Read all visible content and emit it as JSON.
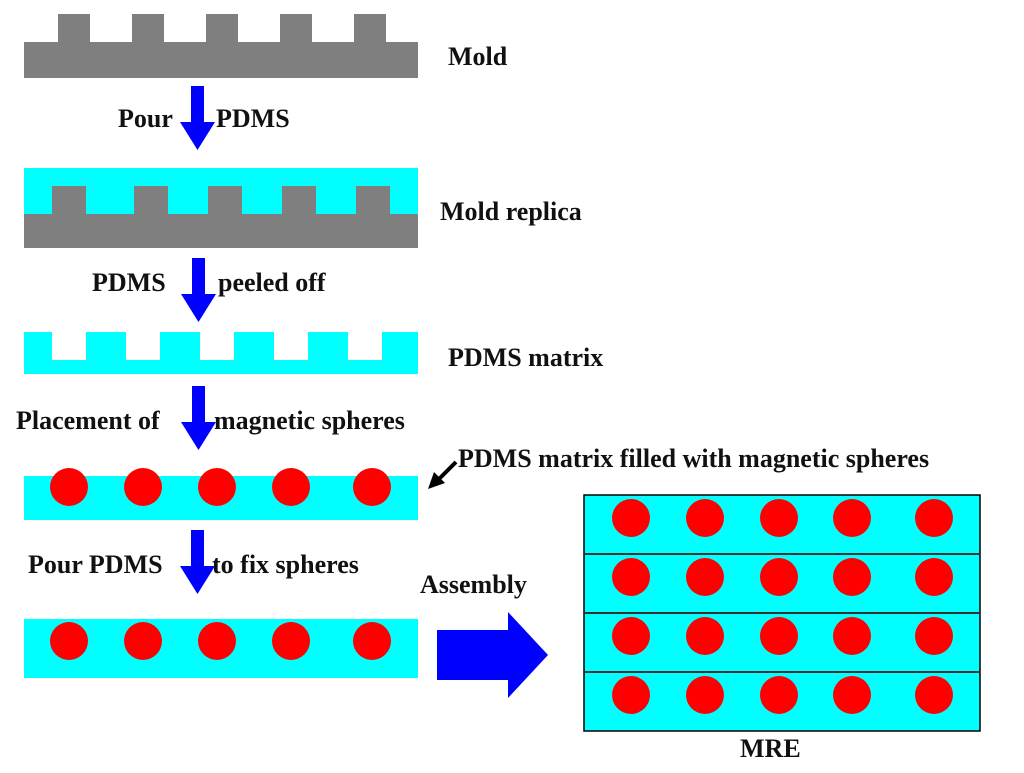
{
  "steps": {
    "mold": "Mold",
    "pour_left": "Pour",
    "pour_right": "PDMS",
    "mold_replica": "Mold replica",
    "peel_left": "PDMS",
    "peel_right": "peeled off",
    "pdms_matrix": "PDMS matrix",
    "placement_left": "Placement of",
    "placement_right": "magnetic spheres",
    "filled_matrix": "PDMS matrix filled with magnetic spheres",
    "fix_left": "Pour PDMS",
    "fix_right": "to fix spheres",
    "assembly": "Assembly",
    "mre": "MRE"
  },
  "colors": {
    "mold": "#7f7f7f",
    "pdms": "#00ffff",
    "sphere": "#ff0000",
    "arrow": "#0000ff",
    "text": "#111111"
  },
  "structure": {
    "mold_teeth": 5,
    "spheres_per_layer": 5,
    "mre_layers": 4
  }
}
